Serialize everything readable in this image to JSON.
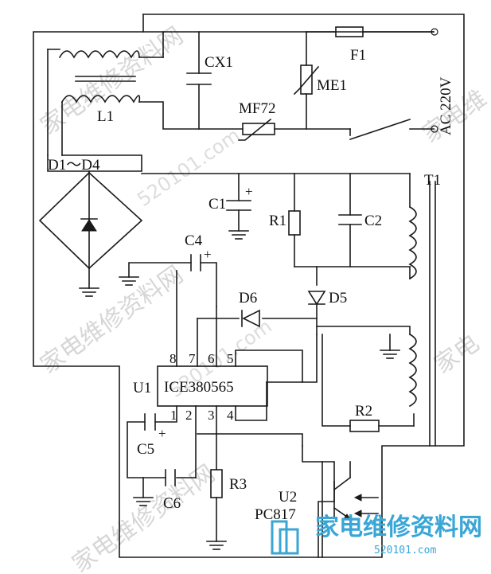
{
  "labels": {
    "cx1": "CX1",
    "f1": "F1",
    "ac": "AC 220V",
    "me1": "ME1",
    "l1": "L1",
    "mf72": "MF72",
    "d1d4": "D1～D4",
    "t1": "T1",
    "c1": "C1",
    "r1": "R1",
    "c2": "C2",
    "c4": "C4",
    "d6": "D6",
    "d5": "D5",
    "u1": "U1",
    "ic": "ICE380565",
    "r2": "R2",
    "c5": "C5",
    "c6": "C6",
    "r3": "R3",
    "u2": "U2",
    "pc817": "PC817",
    "plus": "+",
    "pins": {
      "p1": "1",
      "p2": "2",
      "p3": "3",
      "p4": "4",
      "p5": "5",
      "p6": "6",
      "p7": "7",
      "p8": "8"
    }
  },
  "watermark": {
    "site_cn": "家电维修资料网",
    "site_url": "520101.com",
    "short": "家电维",
    "short2": "家电",
    "logo_text": "家电维修资料网",
    "logo_url": "520101.com"
  }
}
